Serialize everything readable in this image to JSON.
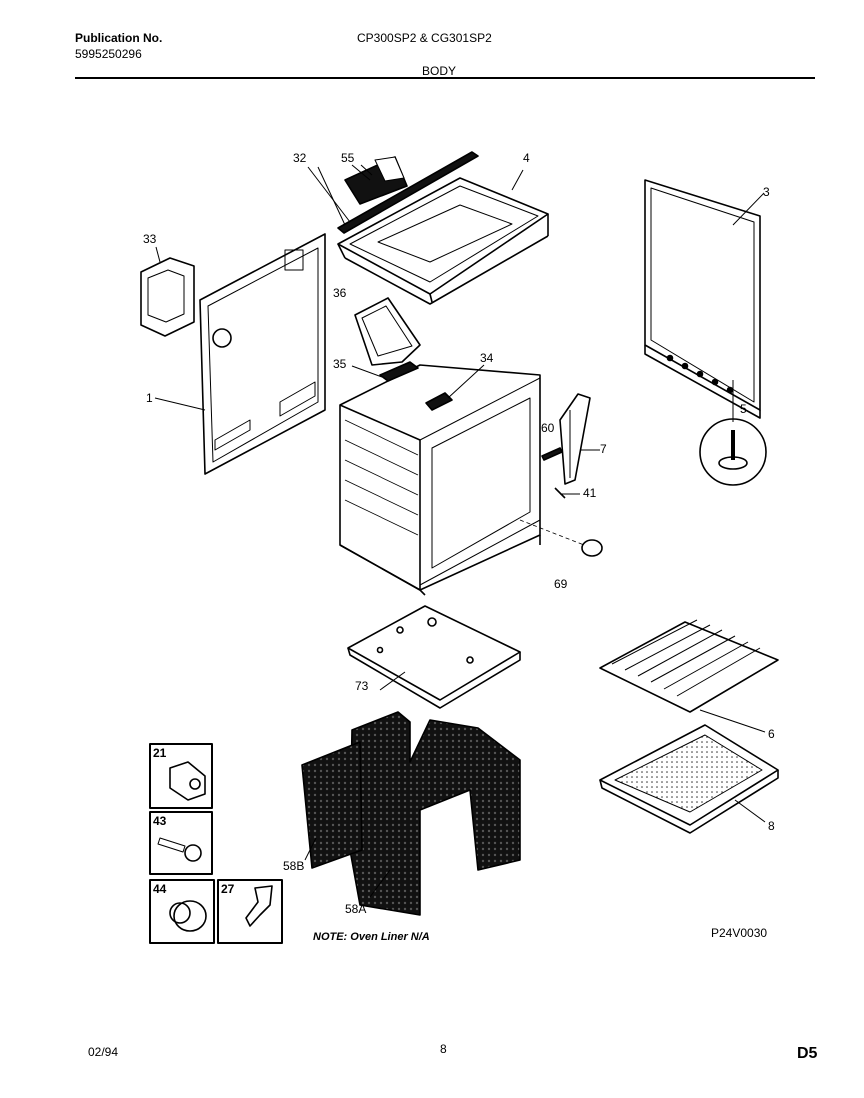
{
  "header": {
    "publication_label": "Publication No.",
    "publication_number": "5995250296",
    "model_title": "CP300SP2 & CG301SP2",
    "section_title": "BODY"
  },
  "part_labels": {
    "p32": "32",
    "p55": "55",
    "p4": "4",
    "p3": "3",
    "p33": "33",
    "p36": "36",
    "p1": "1",
    "p35": "35",
    "p34": "34",
    "p60": "60",
    "p7": "7",
    "p5": "5",
    "p41": "41",
    "p69": "69",
    "p73": "73",
    "p6": "6",
    "p8": "8",
    "p21": "21",
    "p43": "43",
    "p44": "44",
    "p27": "27",
    "p58B": "58B",
    "p58A": "58A"
  },
  "note": "NOTE: Oven Liner N/A",
  "diagram_code": "P24V0030",
  "footer": {
    "date": "02/94",
    "page": "8",
    "section_code": "D5"
  }
}
